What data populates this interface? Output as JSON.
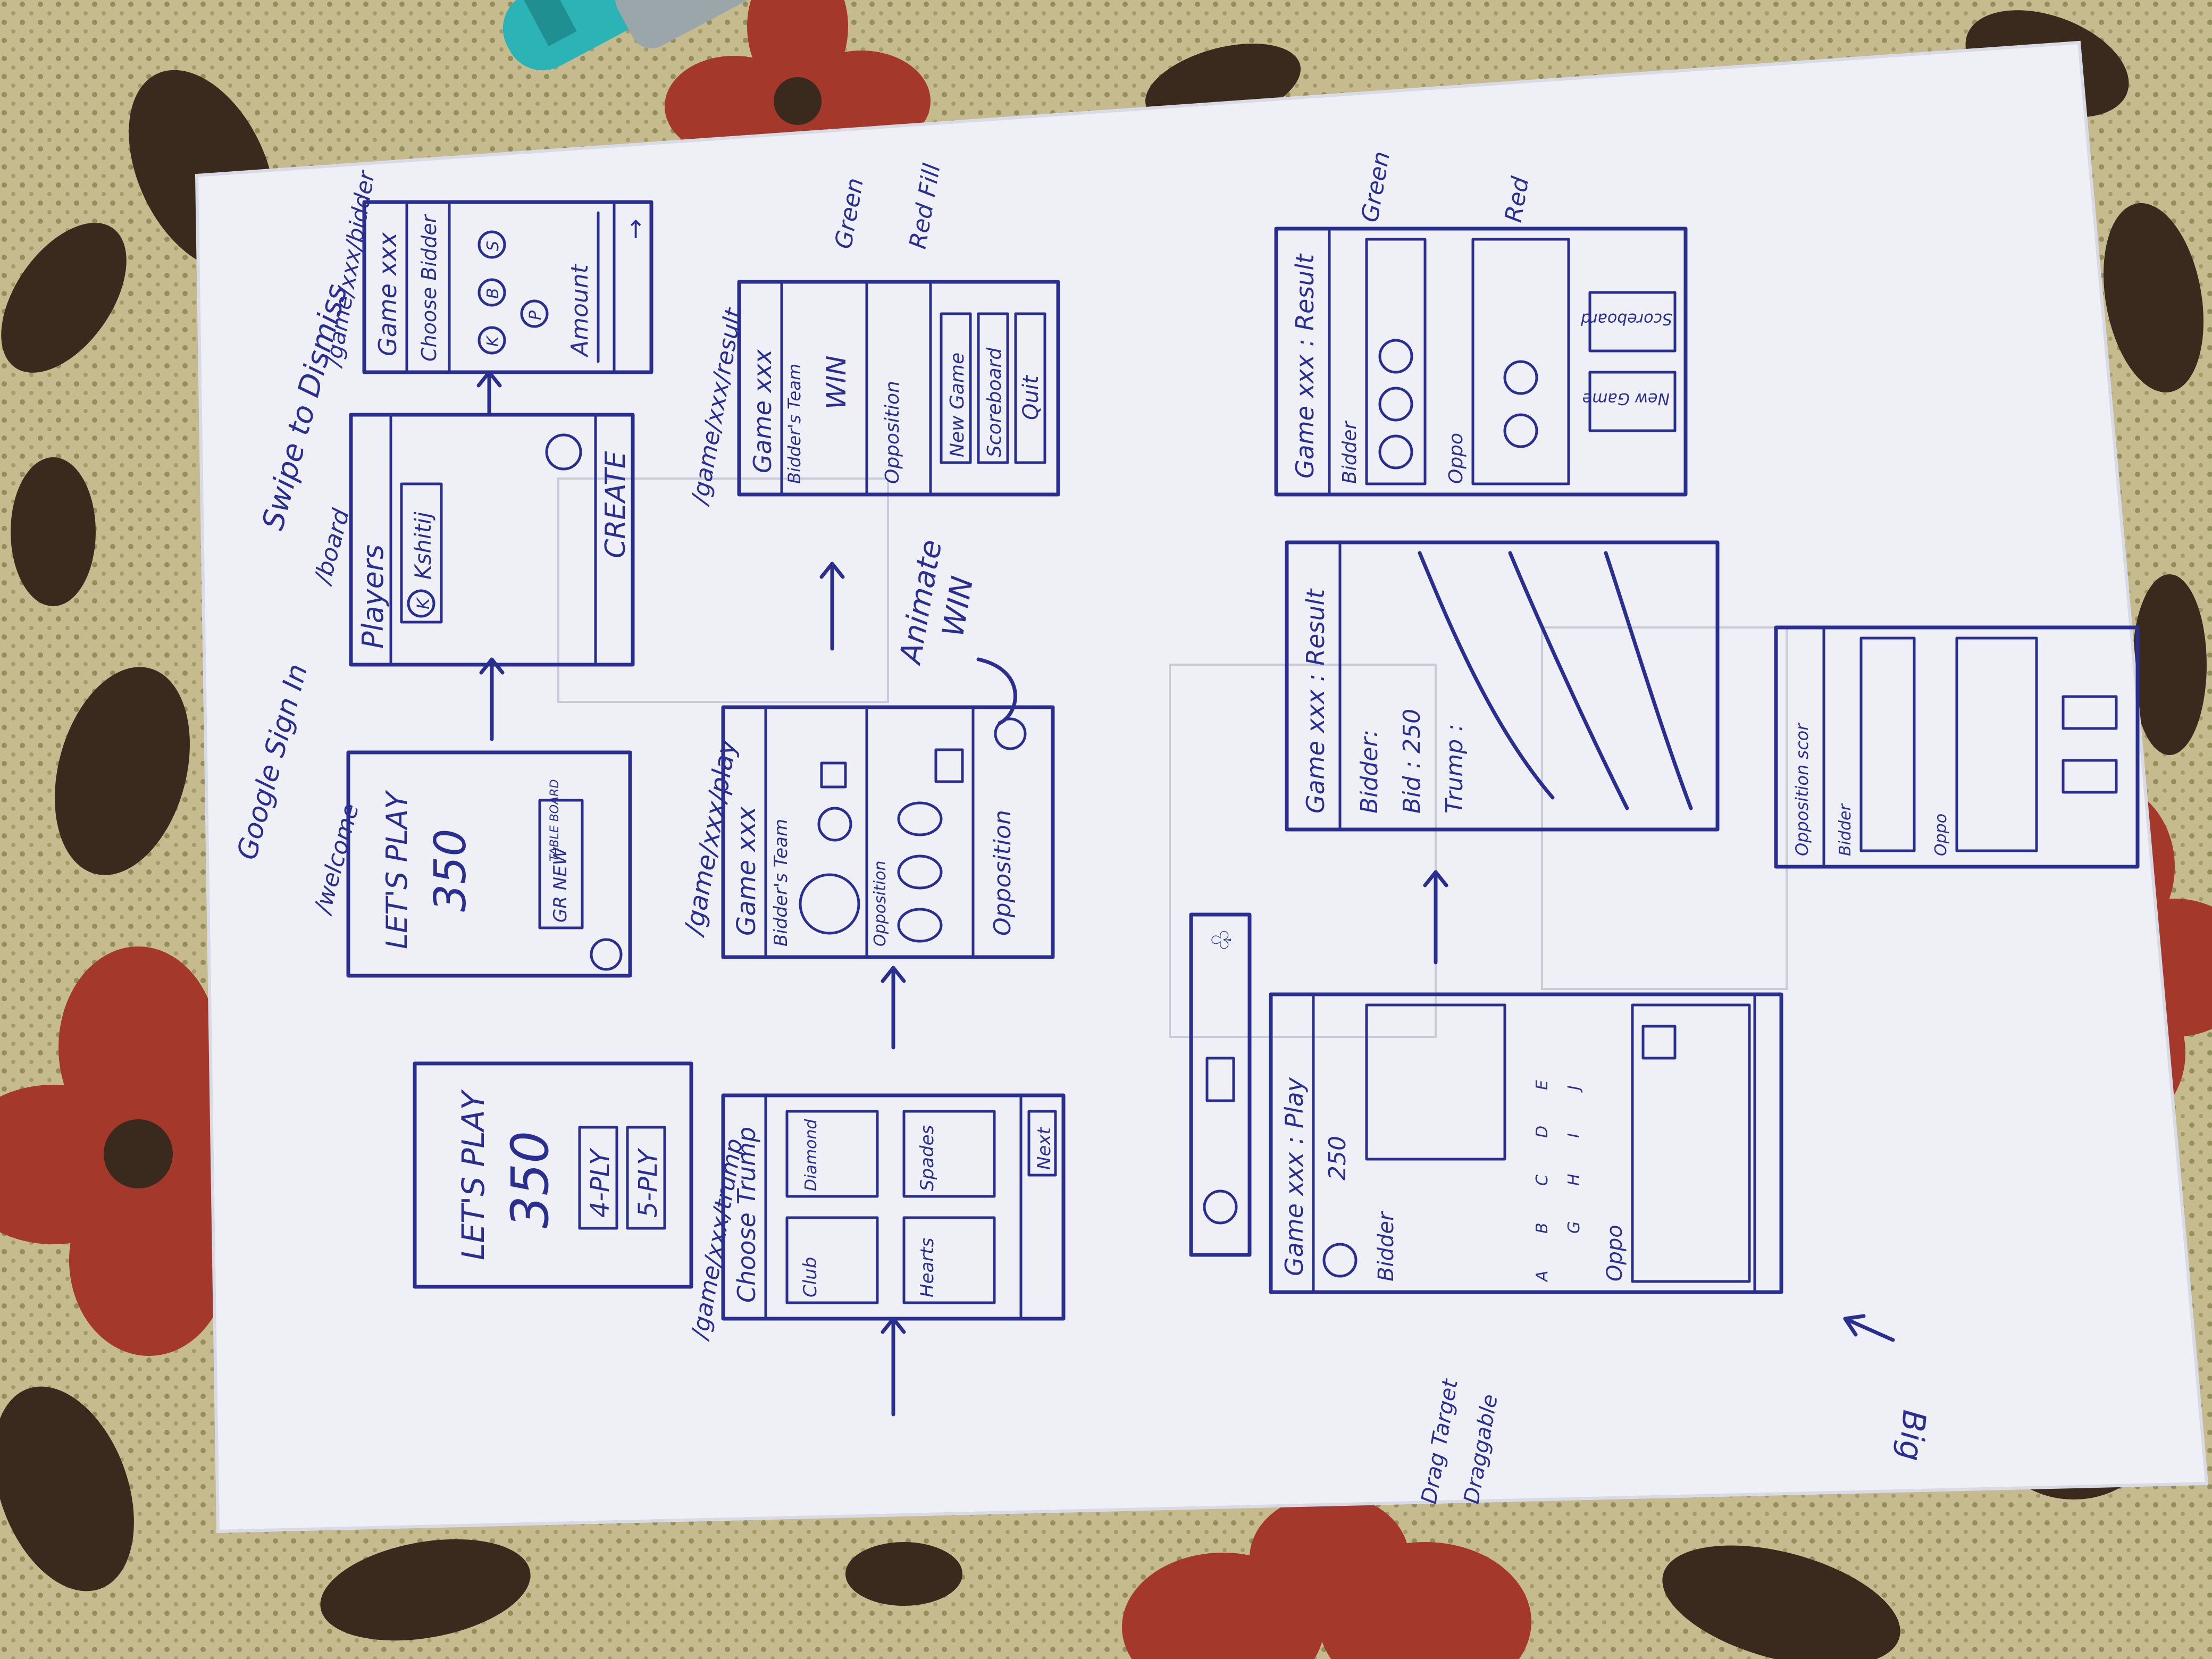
{
  "colors": {
    "tablecloth": "#c5bb8f",
    "flower_red": "#a4392b",
    "leaf_dark": "#3a2a1e",
    "paper": "#eef0f6",
    "ink": "#2a2f8f",
    "marker_cap": "#2bb3b5"
  },
  "icons": [
    "marker-pen-icon"
  ],
  "sketch": {
    "welcome_screen": {
      "title": "LET'S PLAY",
      "score": "350",
      "btn_4ply": "4-PLY",
      "btn_5ply": "5-PLY"
    },
    "lets_play_screen": {
      "title": "LET'S PLAY",
      "score": "350",
      "btn_new": "GR NEW",
      "btn_table": "TABLE BOARD",
      "annotation": "Google Sign In",
      "route": "/welcome"
    },
    "players_screen": {
      "header": "Players",
      "player": "Kshitij",
      "chip": "K",
      "create": "CREATE",
      "annotation": "Swipe to Dismiss",
      "route": "/board"
    },
    "bidder_screen": {
      "title": "Game xxx",
      "subtitle": "Choose Bidder",
      "chips": [
        "K",
        "B",
        "S",
        "P"
      ],
      "amount": "Amount",
      "route": "/game/xxx/bidder"
    },
    "trump_screen": {
      "route": "/game/xxx/trump",
      "title": "Choose Trump",
      "suits": [
        "Club",
        "Diamond",
        "Hearts",
        "Spades"
      ],
      "next": "Next"
    },
    "play_screen": {
      "route": "/game/xxx/play",
      "title": "Game xxx",
      "bidders_team": "Bidder's Team",
      "opposition": "Opposition",
      "opposition_footer": "Opposition",
      "animate": "Animate",
      "animate_win": "WIN"
    },
    "result_screen": {
      "route": "/game/xxx/result",
      "title": "Game xxx",
      "bidders_team": "Bidder's Team",
      "win": "WIN",
      "opposition": "Opposition",
      "green": "Green",
      "red_fill": "Red Fill",
      "buttons": [
        "New Game",
        "Scoreboard",
        "Quit"
      ]
    },
    "play_v2": {
      "title": "Game xxx : Play",
      "bid": "250",
      "bidder": "Bidder",
      "chips": [
        "A",
        "B",
        "C",
        "D",
        "E",
        "G",
        "H",
        "I",
        "J"
      ],
      "oppo": "Oppo",
      "drag_target": "Drag Target",
      "draggable": "Draggable"
    },
    "result_v2": {
      "title": "Game xxx : Result",
      "line1": "Bidder:",
      "line2": "Bid : 250",
      "line3": "Trump :"
    },
    "result_v3": {
      "title": "Game xxx : Result",
      "bidder": "Bidder",
      "oppo": "Oppo",
      "green": "Green",
      "red": "Red",
      "new_game": "New Game",
      "scoreboard": "Scoreboard"
    },
    "small_screen": {
      "header": "Opposition scor",
      "bidder": "Bidder",
      "oppo": "Oppo"
    },
    "footnote": "Big"
  }
}
